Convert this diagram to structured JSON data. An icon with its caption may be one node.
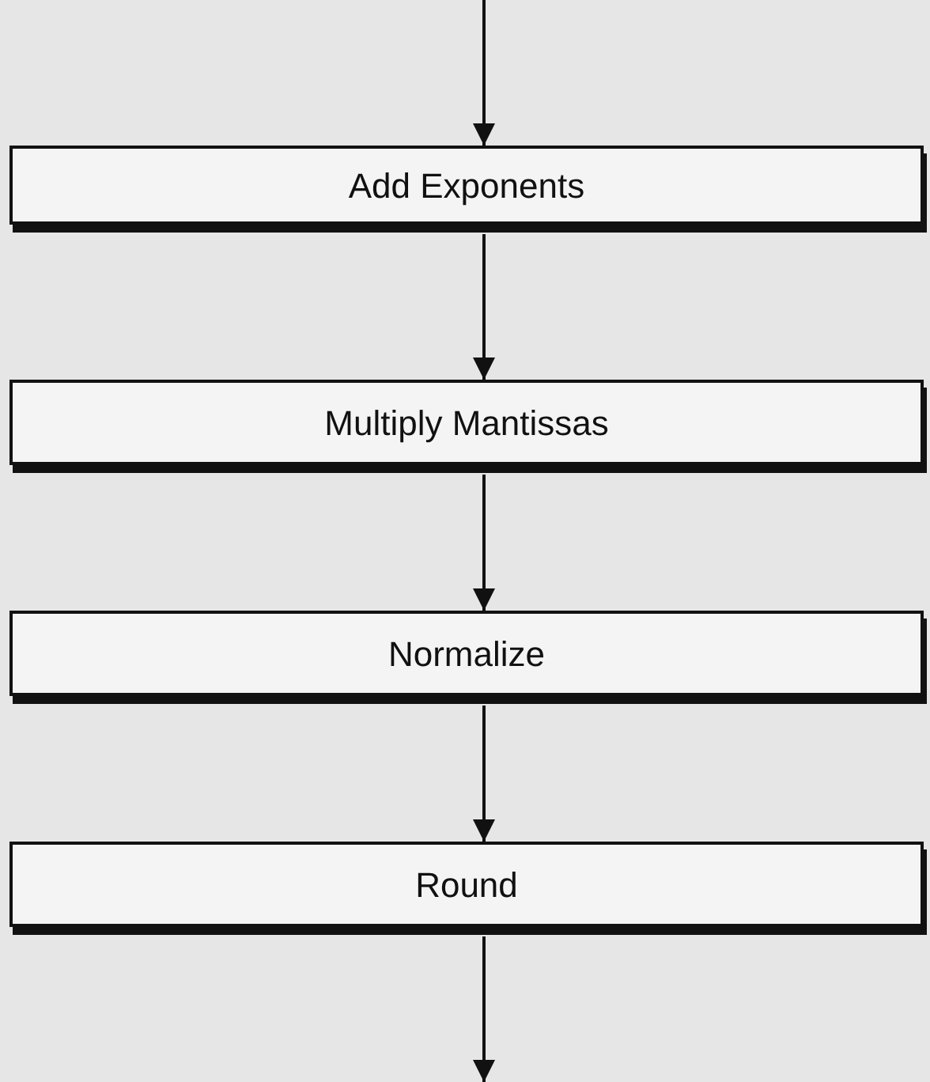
{
  "diagram": {
    "nodes": [
      {
        "text": [
          "Add Exponents"
        ]
      },
      {
        "text": [
          "Multiply Mantissas"
        ]
      },
      {
        "text": [
          "Normalize"
        ]
      },
      {
        "text": [
          "Round"
        ]
      }
    ],
    "edges": [
      {
        "from": null,
        "to": 0,
        "arrow": "to"
      },
      {
        "from": 0,
        "to": 1,
        "arrow": "to"
      },
      {
        "from": 1,
        "to": 2,
        "arrow": "to"
      },
      {
        "from": 2,
        "to": 3,
        "arrow": "to"
      },
      {
        "from": 3,
        "to": null,
        "arrow": "to"
      }
    ]
  }
}
